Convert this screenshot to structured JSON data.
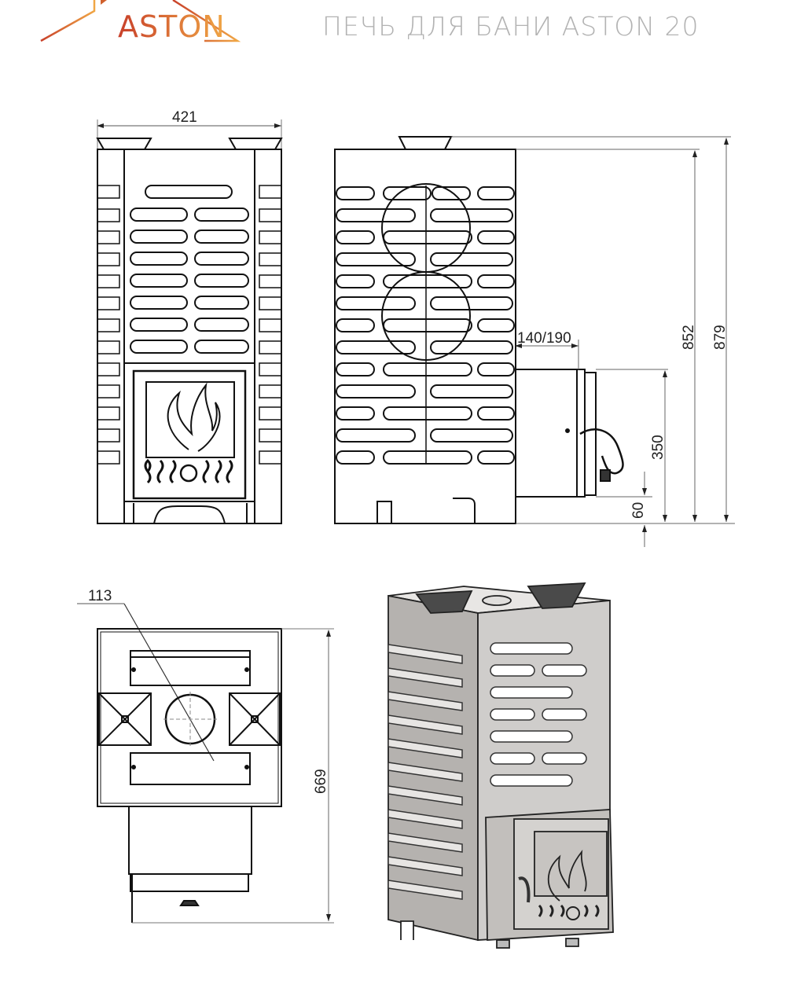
{
  "brand": {
    "name": "ASTON",
    "color_start": "#c8402a",
    "color_end": "#f0a645"
  },
  "header": {
    "title": "ПЕЧЬ ДЛЯ БАНИ ASTON 20",
    "title_color": "#b3b3b3"
  },
  "views": {
    "front": {
      "label": "front-view",
      "width_dimension": "421"
    },
    "side": {
      "label": "side-view",
      "firebox_extension": "140/190",
      "height_body": "852",
      "height_total": "879",
      "firebox_height": "350",
      "firebox_offset": "60"
    },
    "top": {
      "label": "top-view",
      "flue_diameter": "113",
      "depth_dimension": "669"
    },
    "isometric": {
      "label": "3d-view",
      "body_color": "#c9c7c5",
      "shade_color": "#a9a6a3",
      "stone_bowl_color": "#4a4a4a"
    }
  },
  "colors": {
    "line": "#111111",
    "dim_line": "#777777"
  }
}
